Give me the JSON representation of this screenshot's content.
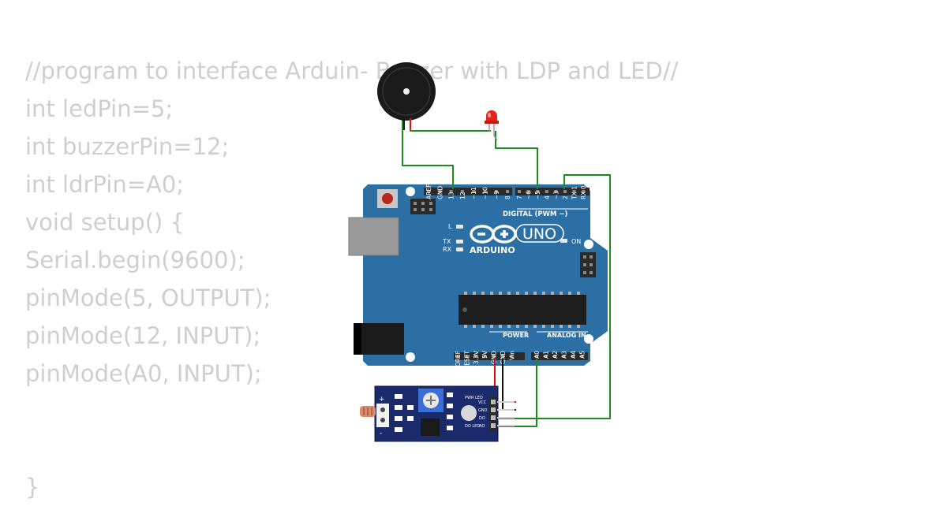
{
  "code": {
    "lines": [
      "//program to interface Arduin- Buzzer with LDP and LED//",
      "int ledPin=5;",
      "int buzzerPin=12;",
      "int ldrPin=A0;",
      "void setup() {",
      "Serial.begin(9600);",
      "pinMode(5, OUTPUT);",
      "pinMode(12, INPUT);",
      "pinMode(A0, INPUT);",
      "",
      "",
      "}"
    ]
  },
  "board": {
    "brand": "ARDUINO",
    "model": "UNO",
    "digital_header": "DIGITAL (PWM ~)",
    "power_header": "POWER",
    "analog_header": "ANALOG IN",
    "led_l": "L",
    "led_tx": "TX",
    "led_rx": "RX",
    "led_on": "ON",
    "left_pins": [
      "AREF",
      "GND",
      "13",
      "12",
      "~11",
      "~10",
      "~9",
      "8"
    ],
    "right_pins": [
      "7",
      "~6",
      "~5",
      "4",
      "~3",
      "2",
      "TX 1",
      "RX 0"
    ],
    "power_pins": [
      "IOREF",
      "RESET",
      "3.3V",
      "5V",
      "GND",
      "GND",
      "Vin"
    ],
    "analog_pins": [
      "A0",
      "A1",
      "A2",
      "A3",
      "A4",
      "A5"
    ]
  },
  "sensor": {
    "pin_labels": [
      "VCC",
      "GND",
      "DO",
      "AO"
    ],
    "led_labels": [
      "PWR LED",
      "DO LED"
    ],
    "polarity": [
      "+",
      "-"
    ]
  },
  "colors": {
    "code_text": "#cfcfcf",
    "board": "#2b6fa5",
    "wire_green": "#1f8a1f",
    "wire_red": "#e01010",
    "wire_black": "#111111",
    "led_red": "#e8241c",
    "sensor_board": "#1a2a6b"
  }
}
